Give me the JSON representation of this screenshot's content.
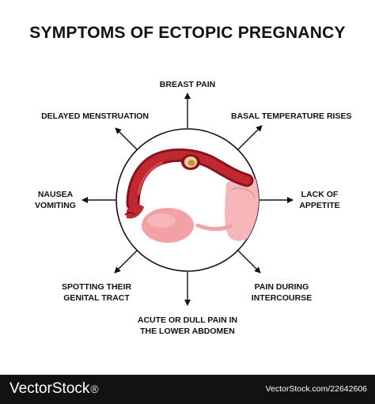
{
  "title": "SYMPTOMS OF ECTOPIC PREGNANCY",
  "symptoms": {
    "breast_pain": [
      "BREAST PAIN"
    ],
    "delayed_menstruation": [
      "DELAYED MENSTRUATION"
    ],
    "basal_temperature": [
      "BASAL TEMPERATURE RISES"
    ],
    "nausea": [
      "NAUSEA",
      "VOMITING"
    ],
    "lack_of_appetite": [
      "LACK OF",
      "APPETITE"
    ],
    "spotting": [
      "SPOTTING THEIR",
      "GENITAL TRACT"
    ],
    "pain_intercourse": [
      "PAIN DURING",
      "INTERCOURSE"
    ],
    "lower_abdomen": [
      "ACUTE OR DULL PAIN IN",
      "THE LOWER ABDOMEN"
    ]
  },
  "footer": {
    "brand": "VectorStock",
    "brand_mark": "®",
    "url": "VectorStock.com/22642606"
  },
  "colors": {
    "tube_dark": "#8c1220",
    "tube": "#c02a2f",
    "ovary": "#f2a1a7",
    "uterus": "#f6b7bb",
    "footer_bg": "#121212"
  }
}
